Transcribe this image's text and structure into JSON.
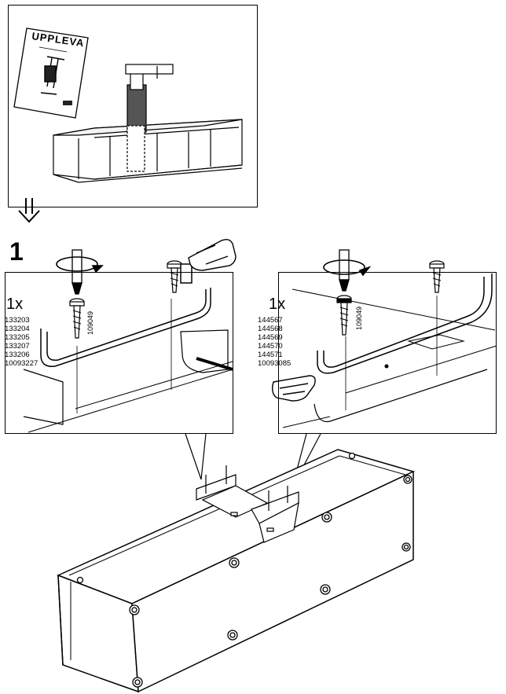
{
  "booklet": {
    "title": "UPPLEVA"
  },
  "step": {
    "number": "1"
  },
  "left_detail": {
    "quantity": "1x",
    "screw_code": "109049",
    "article_codes": [
      "133203",
      "133204",
      "133205",
      "133207",
      "133206",
      "10093227"
    ]
  },
  "right_detail": {
    "quantity": "1x",
    "screw_code": "109049",
    "article_codes": [
      "144567",
      "144568",
      "144569",
      "144570",
      "144571",
      "10093085"
    ]
  },
  "icons": {
    "next_arrow": "double-down-arrow-icon",
    "screwdriver": "screwdriver-icon",
    "rotation": "clockwise-rotation-icon",
    "pointing_hand": "pointing-hand-icon",
    "screw": "screw-icon"
  }
}
